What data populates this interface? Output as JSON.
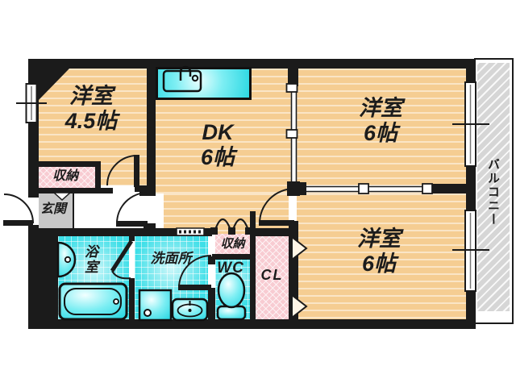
{
  "rooms": {
    "west_room_45": {
      "name": "洋室",
      "size": "4.5帖"
    },
    "dk": {
      "name": "DK",
      "size": "6帖"
    },
    "west_room_6_up": {
      "name": "洋室",
      "size": "6帖"
    },
    "west_room_6_lo": {
      "name": "洋室",
      "size": "6帖"
    }
  },
  "spaces": {
    "storage_bedroom": {
      "name": "収納"
    },
    "storage_hall": {
      "name": "収納"
    },
    "entrance": {
      "name": "玄関"
    },
    "bath": {
      "name": "浴室"
    },
    "washroom": {
      "name": "洗面所"
    },
    "wc": {
      "name": "WC"
    },
    "closet": {
      "name": "CL"
    },
    "balcony": {
      "name": "バルコニー"
    }
  },
  "colors": {
    "wall": "#1b1b1b",
    "room_floor": "#f5cd92",
    "wet_floor": "#3edfe8",
    "closet_pink": "#f8ccd2",
    "entrance_gray": "#c8c8c8",
    "balcony_gray": "#d6d6d6",
    "fixture_cyan": "#2cd8e3"
  }
}
